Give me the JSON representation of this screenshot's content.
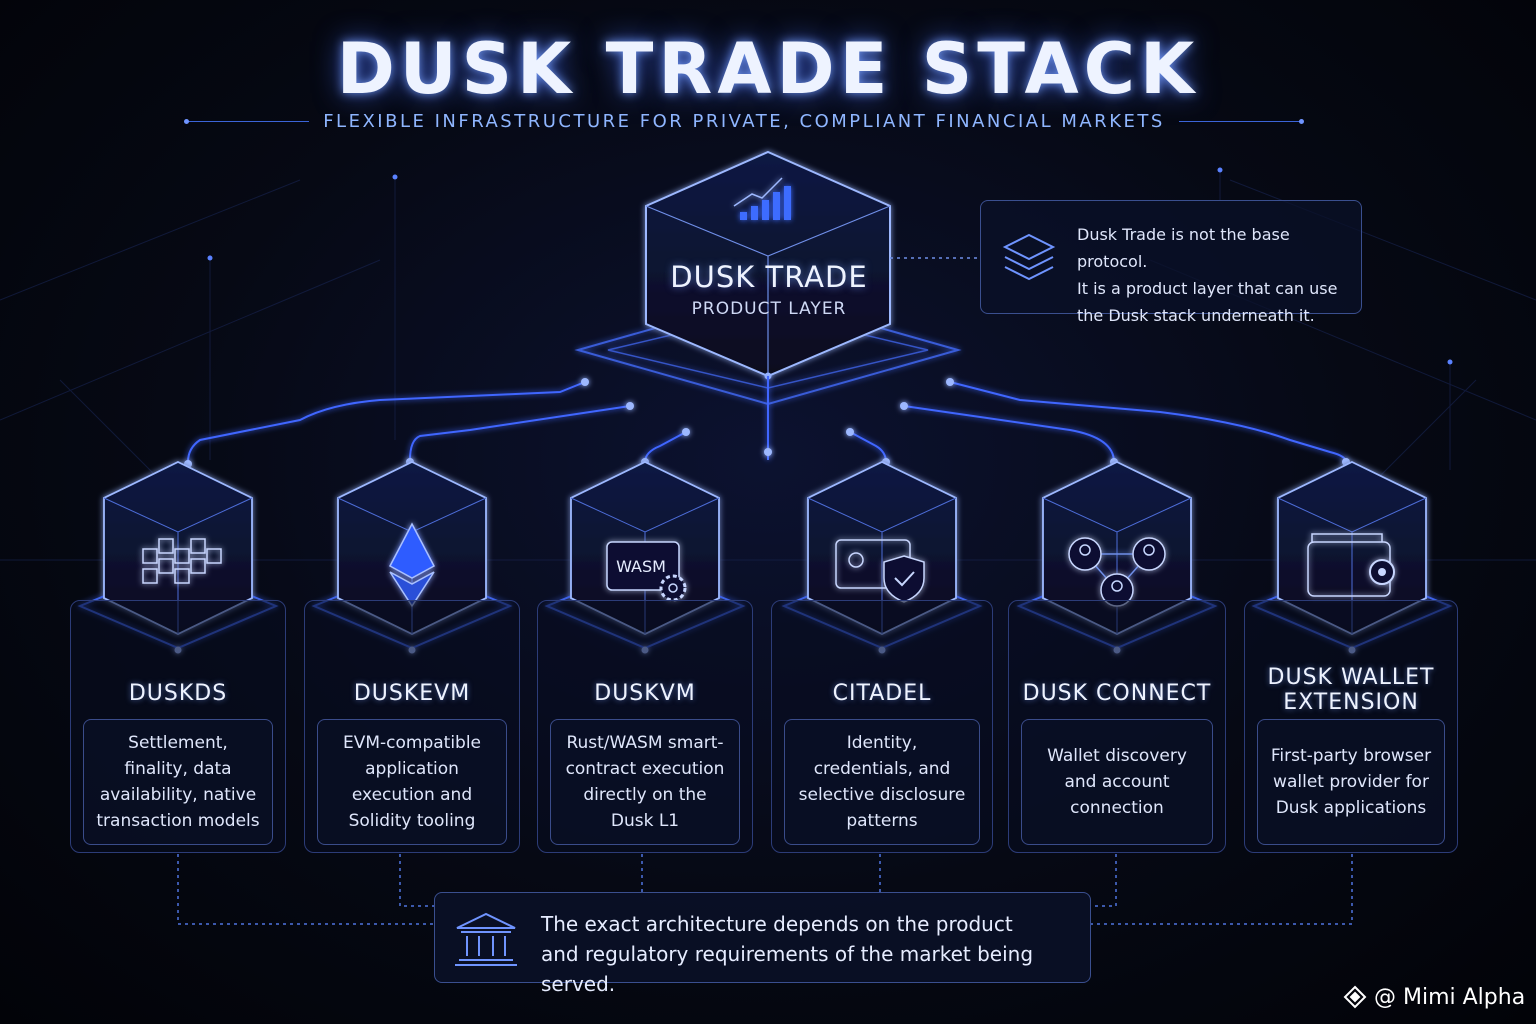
{
  "title": "DUSK TRADE STACK",
  "subtitle": "FLEXIBLE INFRASTRUCTURE FOR PRIVATE, COMPLIANT FINANCIAL MARKETS",
  "top_node": {
    "name": "DUSK TRADE",
    "sublabel": "PRODUCT LAYER",
    "icon": "bar-chart-icon"
  },
  "note": {
    "lines": [
      "Dusk Trade is not the base protocol.",
      "It is a product layer that can use",
      "the Dusk stack underneath it."
    ],
    "icon": "layers-icon"
  },
  "components": [
    {
      "name": "DUSKDS",
      "icon": "network-cubes-icon",
      "desc": "Settlement, finality, data availability, native transaction models"
    },
    {
      "name": "DUSKEVM",
      "icon": "ethereum-icon",
      "desc": "EVM-compatible application execution and Solidity tooling"
    },
    {
      "name": "DUSKVM",
      "icon": "wasm-gear-icon",
      "icon_text": "WASM",
      "desc": "Rust/WASM smart-contract execution directly on the Dusk L1"
    },
    {
      "name": "CITADEL",
      "icon": "id-shield-icon",
      "desc": "Identity, credentials, and selective disclosure patterns"
    },
    {
      "name": "DUSK CONNECT",
      "icon": "connected-users-icon",
      "desc": "Wallet discovery and account connection"
    },
    {
      "name": "DUSK WALLET EXTENSION",
      "icon": "wallet-icon",
      "desc": "First-party browser wallet provider for Dusk applications"
    }
  ],
  "footer_note": {
    "lines": [
      "The exact architecture depends on the product",
      "and regulatory requirements of the market being served."
    ],
    "icon": "bank-icon"
  },
  "watermark": {
    "text": "@ Mimi Alpha",
    "icon": "binance-diamond-icon"
  },
  "colors": {
    "background": "#060914",
    "accent": "#3b6cff",
    "glow": "#8fb6ff",
    "text": "#eef3ff"
  }
}
